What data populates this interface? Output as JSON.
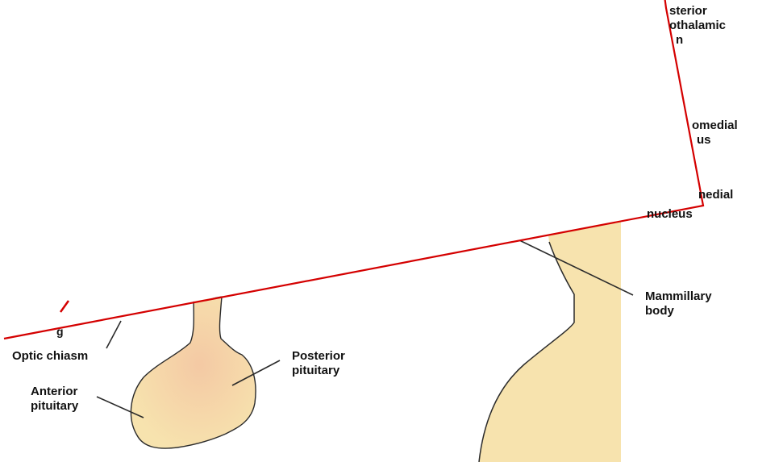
{
  "labels": {
    "optic_chiasm": "Optic chiasm",
    "anterior_pituitary": {
      "line1": "Anterior",
      "line2": "pituitary"
    },
    "posterior_pituitary": {
      "line1": "Posterior",
      "line2": "pituitary"
    },
    "mammillary_body": {
      "line1": "Mammillary",
      "line2": "body"
    },
    "posterior_hypothalamic": {
      "line1": "sterior",
      "line2": "othalamic",
      "line3": "n"
    },
    "dorsomedial": {
      "line1": "omedial",
      "line2": "us"
    },
    "ventromedial": {
      "line1": "nedial",
      "line2": "nucleus"
    },
    "cut_off_left": "g"
  },
  "colors": {
    "tissue": "#f7e3ae",
    "tissue_shade": "#f2d08c",
    "outline": "#2b2b2b",
    "overlay_border": "#d40000",
    "overlay_fill": "#ffffff"
  }
}
